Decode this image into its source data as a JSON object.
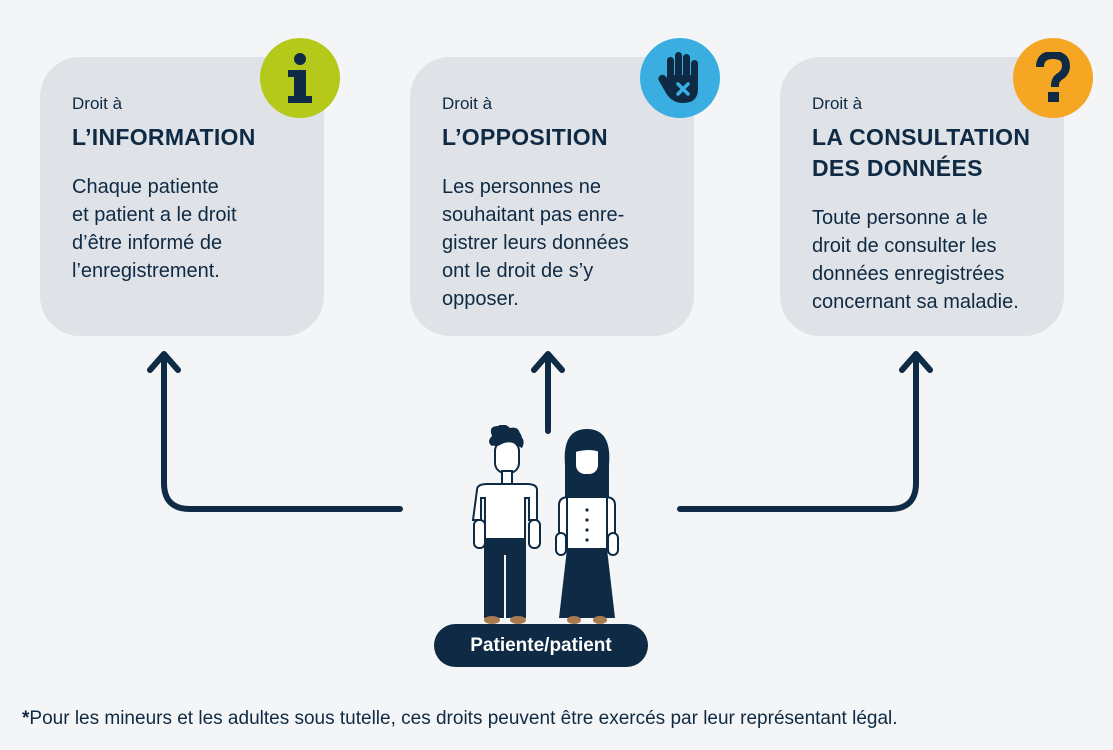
{
  "cards": [
    {
      "pre": "Droit à",
      "title": "L’INFORMATION",
      "text": "Chaque patiente\net patient a le droit\nd’être informé de\nl’enregistrement.",
      "icon": "info-icon",
      "badge_color": "#b5c91b"
    },
    {
      "pre": "Droit à",
      "title": "L’OPPOSITION",
      "text": "Les personnes ne\nsouhaitant pas enre-\ngistrer leurs données\nont le droit de s’y\nopposer.",
      "icon": "stop-hand-icon",
      "badge_color": "#3aaee0"
    },
    {
      "pre": "Droit à",
      "title": "LA CONSULTATION\nDES DONNÉES",
      "text": "Toute personne a le\ndroit de consulter les\ndonnées enregistrées\nconcernant sa maladie.",
      "icon": "question-icon",
      "badge_color": "#f5a623"
    }
  ],
  "patient_label": "Patiente/patient",
  "footnote": {
    "star": "*",
    "text": "Pour les mineurs et les adultes sous tutelle, ces droits peuvent être exercés par leur représentant légal."
  },
  "colors": {
    "navy": "#0f2a44",
    "card": "#dfe2e7",
    "background": "#f3f5f6"
  }
}
